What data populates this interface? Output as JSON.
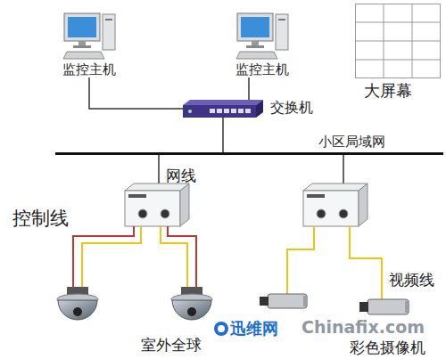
{
  "diagram": {
    "nodes": [
      {
        "text": [
          "监控主机"
        ]
      },
      {
        "text": [
          "监控主机"
        ]
      },
      {
        "text": [
          "大屏幕"
        ]
      },
      {
        "text": [
          "交换机"
        ]
      },
      {
        "text": [
          "小区局域网"
        ]
      }
    ],
    "edges": [
      {
        "from": 0,
        "to": 3,
        "arrow": "none"
      },
      {
        "from": 1,
        "to": 3,
        "arrow": "none"
      },
      {
        "from": 3,
        "to": 4,
        "arrow": "none"
      }
    ],
    "labels": [
      "网线",
      "控制线",
      "视频线",
      "室外全球",
      "彩色摄像机",
      "迅维网",
      "Chinafix.com"
    ]
  }
}
